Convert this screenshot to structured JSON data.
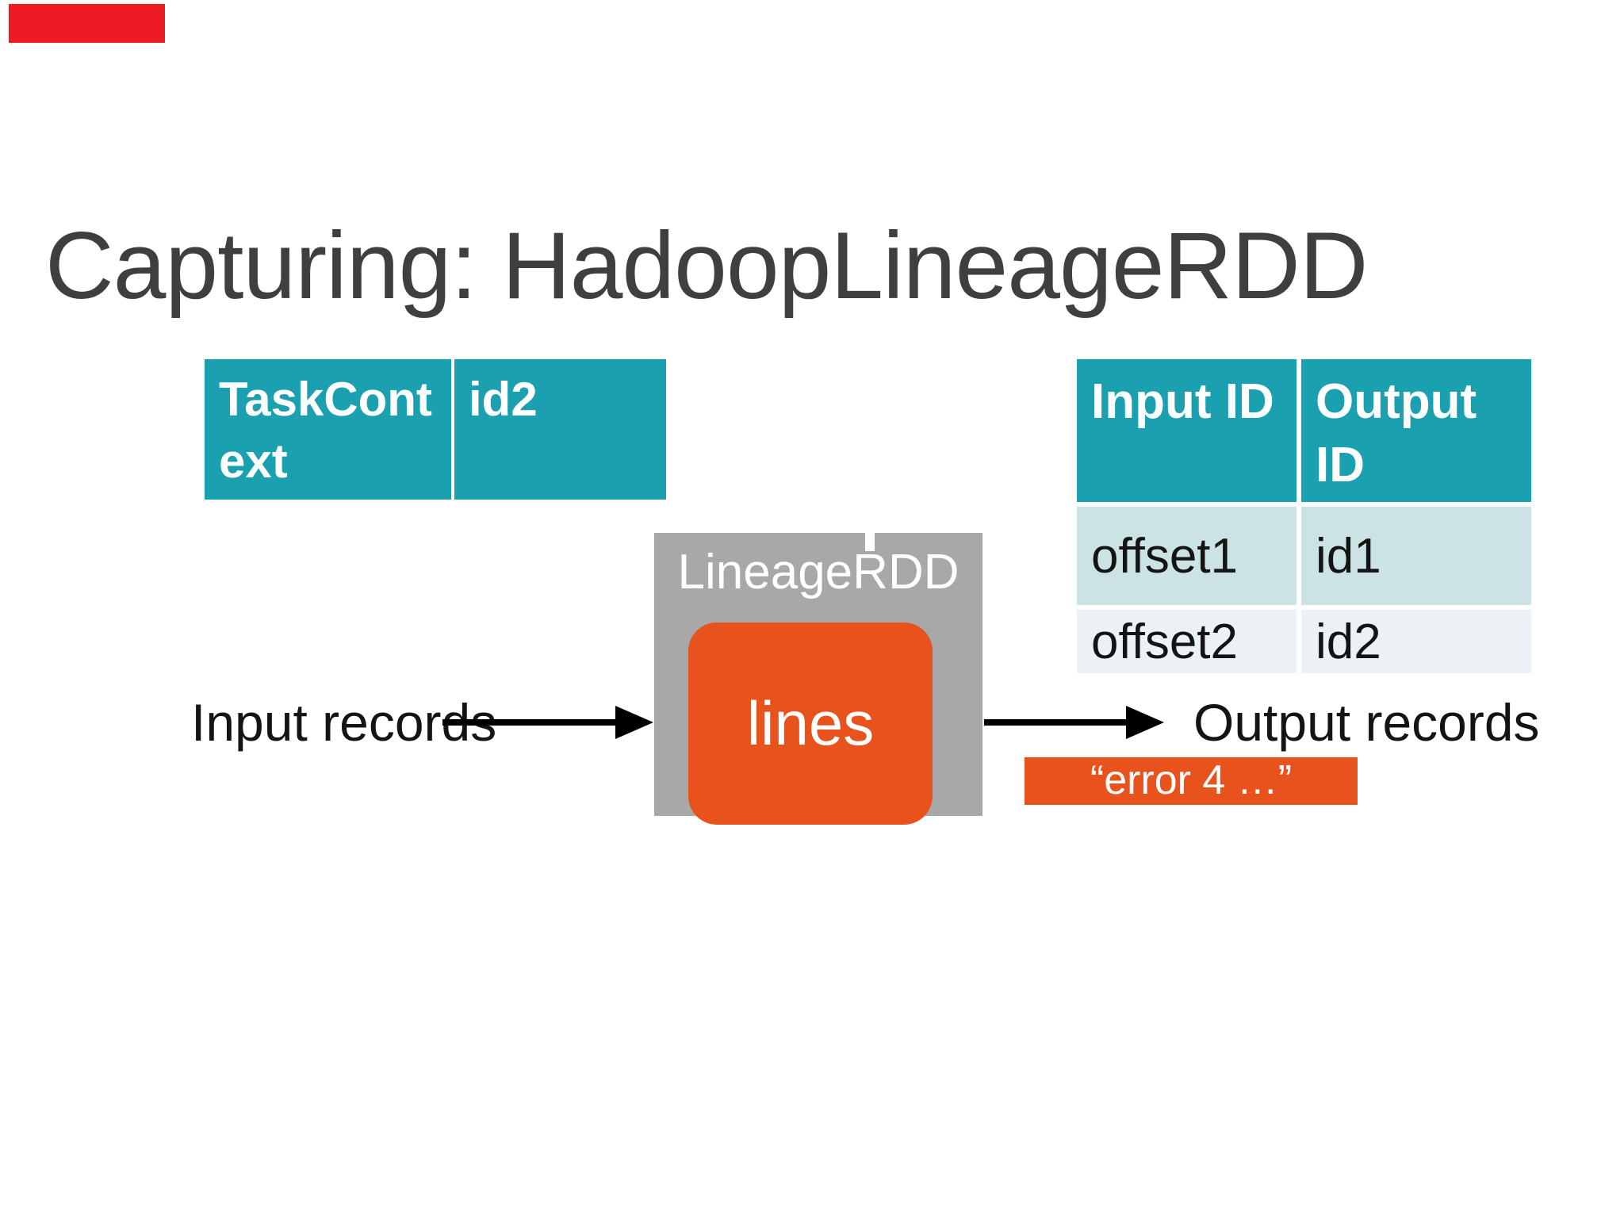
{
  "colors": {
    "teal": "#1BA0B0",
    "teal-row-odd": "#CCE3E6",
    "teal-row-even": "#EBF1F4",
    "orange": "#E8521D",
    "gray-box": "#A8A8A8",
    "title-gray": "#3F3F3F",
    "corner-red": "#ED1B24",
    "text-black": "#141414"
  },
  "title": "Capturing: HadoopLineageRDD",
  "task_table": {
    "context_cell": "TaskContext",
    "id_cell": "id2"
  },
  "lineage_table": {
    "col1_header": "Input ID",
    "col2_header": "Output ID",
    "rows": [
      {
        "input": "offset1",
        "output": "id1"
      },
      {
        "input": "offset2",
        "output": "id2"
      }
    ]
  },
  "diagram": {
    "container_label": "LineageRDD",
    "node_label": "lines",
    "input_label": "Input records",
    "output_label": "Output records",
    "record_badge": "“error 4 …”"
  }
}
